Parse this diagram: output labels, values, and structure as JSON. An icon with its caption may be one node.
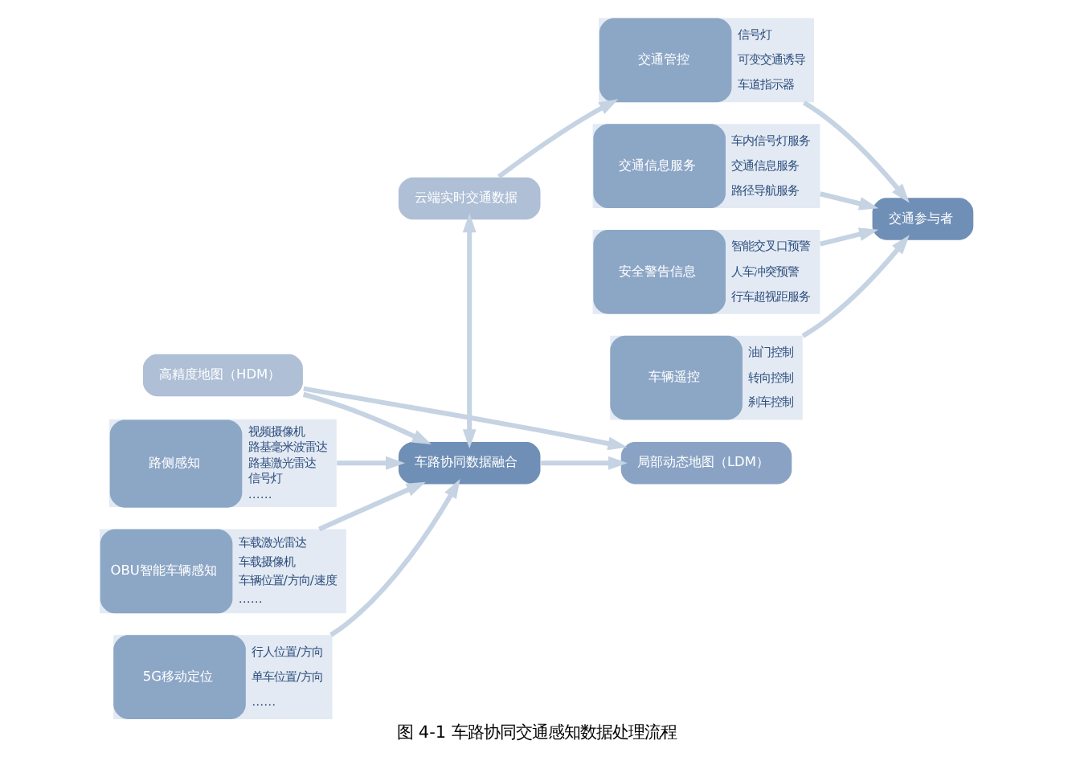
{
  "diagram": {
    "caption": "图 4-1 车路协同交通感知数据处理流程",
    "nodes": [
      {
        "text": [
          "云端实时交通数据"
        ]
      },
      {
        "text": [
          "路侧感知",
          "视频摄像机",
          "路基毫米波雷达",
          "路基激光雷达",
          "信号灯",
          "……"
        ]
      },
      {
        "text": [
          "OBU智能车辆感知",
          "车载激光雷达",
          "车载摄像机",
          "车辆位置/方向/速度",
          "……"
        ]
      },
      {
        "text": [
          "5G移动定位",
          "行人位置/方向",
          "单车位置/方向",
          "……"
        ]
      },
      {
        "text": [
          "车路协同数据融合"
        ]
      },
      {
        "text": [
          "局部动态地图（LDM）"
        ]
      },
      {
        "text": [
          "交通管控",
          "信号灯",
          "可变交通诱导",
          "车道指示器"
        ]
      },
      {
        "text": [
          "交通信息服务",
          "车内信号灯服务",
          "交通信息服务",
          "路径导航服务"
        ]
      },
      {
        "text": [
          "安全警告信息",
          "智能交叉口预警",
          "人车冲突预警",
          "行车超视距服务"
        ]
      },
      {
        "text": [
          "车辆遥控",
          "油门控制",
          "转向控制",
          "刹车控制"
        ]
      },
      {
        "text": [
          "交通参与者"
        ]
      },
      {
        "text": [
          "高精度地图（HDM）"
        ]
      }
    ],
    "edges": [
      {
        "from": 1,
        "to": 4,
        "arrow": "to"
      },
      {
        "from": 2,
        "to": 4,
        "arrow": "to"
      },
      {
        "from": 3,
        "to": 4,
        "arrow": "to"
      },
      {
        "from": 0,
        "to": 4,
        "arrow": "both"
      },
      {
        "from": 0,
        "to": 6,
        "arrow": "to"
      },
      {
        "from": 4,
        "to": 5,
        "arrow": "to"
      },
      {
        "from": 11,
        "to": 4,
        "arrow": "to"
      },
      {
        "from": 11,
        "to": 5,
        "arrow": "to"
      },
      {
        "from": 6,
        "to": 10,
        "arrow": "to"
      },
      {
        "from": 7,
        "to": 10,
        "arrow": "to"
      },
      {
        "from": 8,
        "to": 10,
        "arrow": "to"
      },
      {
        "from": 9,
        "to": 10,
        "arrow": "to"
      }
    ]
  }
}
